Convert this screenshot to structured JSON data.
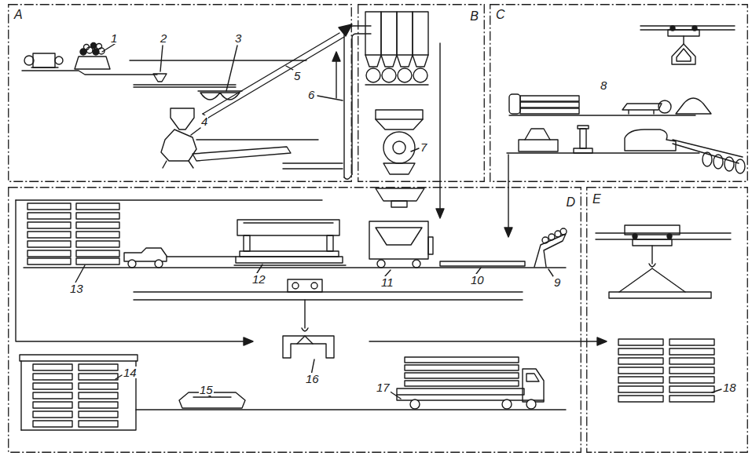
{
  "diagram": {
    "nodes": [
      {
        "text": [
          "A"
        ]
      },
      {
        "text": [
          "B"
        ]
      },
      {
        "text": [
          "C"
        ]
      },
      {
        "text": [
          "D"
        ]
      },
      {
        "text": [
          "E"
        ]
      }
    ],
    "labels": [
      "1",
      "2",
      "3",
      "4",
      "5",
      "6",
      "7",
      "8",
      "9",
      "10",
      "11",
      "12",
      "13",
      "14",
      "15",
      "16",
      "17",
      "18"
    ]
  }
}
